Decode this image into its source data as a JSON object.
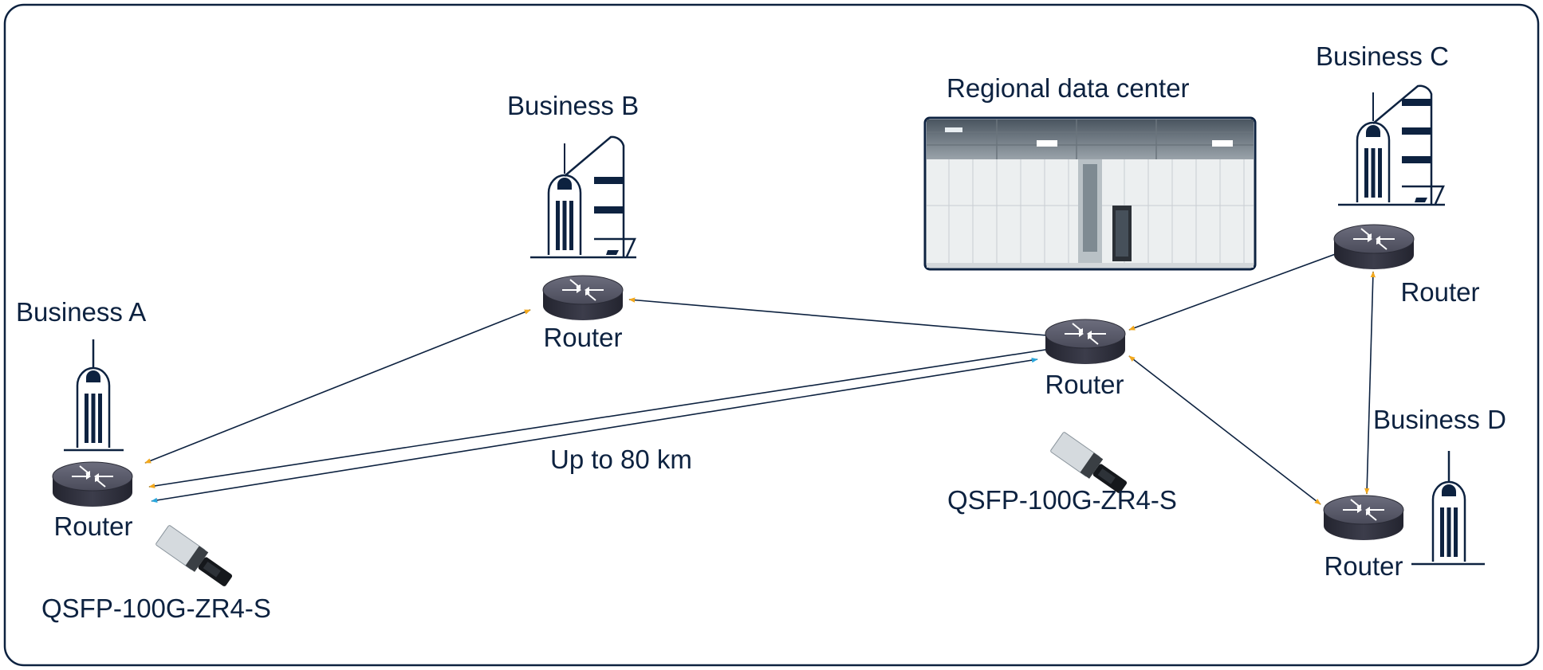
{
  "labels": {
    "business_a": "Business A",
    "business_b": "Business B",
    "business_c": "Business C",
    "business_d": "Business D",
    "data_center": "Regional data center",
    "router": "Router",
    "distance": "Up to 80 km",
    "transceiver": "QSFP-100G-ZR4-S"
  },
  "colors": {
    "frame": "#0d2240",
    "text": "#0d2240",
    "link": "#0d2240",
    "arrow_orange": "#f2a81d",
    "arrow_blue": "#2aa7dc",
    "router_top": "#5a5b6b",
    "router_side": "#2e2f3c"
  },
  "icons": {
    "building": "office-building-icon",
    "router": "router-icon",
    "transceiver": "optical-transceiver-icon",
    "datacenter": "datacenter-photo"
  }
}
